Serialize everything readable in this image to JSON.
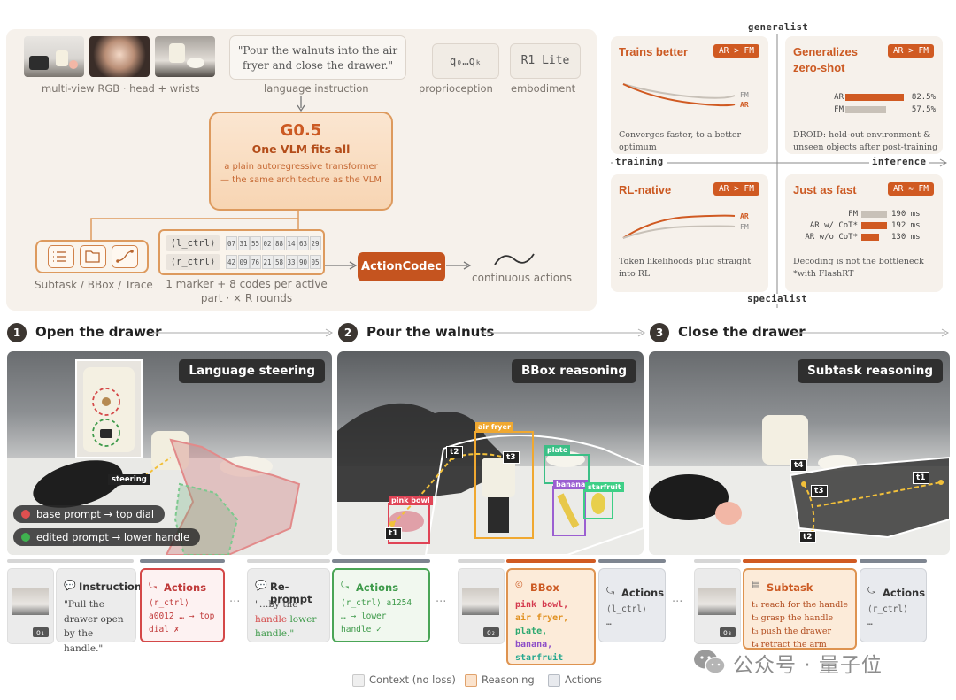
{
  "architecture": {
    "inputs": {
      "rgb_caption": "multi-view RGB · head + wrists",
      "instruction": "\"Pour the walnuts into the air fryer and close the drawer.\"",
      "instruction_caption": "language instruction",
      "proprio_label": "q₀…qₖ",
      "proprio_caption": "proprioception",
      "embodiment_label": "R1 Lite",
      "embodiment_caption": "embodiment"
    },
    "model": {
      "name": "G0.5",
      "tagline": "One VLM fits all",
      "description": "a plain autoregressive transformer — the same architecture as the VLM"
    },
    "tools_caption": "Subtask / BBox / Trace",
    "tokens": {
      "rows": [
        {
          "marker": "⟨l_ctrl⟩",
          "codes": [
            "07",
            "31",
            "55",
            "02",
            "88",
            "14",
            "63",
            "29"
          ]
        },
        {
          "marker": "⟨r_ctrl⟩",
          "codes": [
            "42",
            "09",
            "76",
            "21",
            "58",
            "33",
            "90",
            "05"
          ]
        }
      ],
      "caption": "1 marker + 8 codes per active part · × R rounds"
    },
    "codec": "ActionCodec",
    "output_caption": "continuous actions"
  },
  "quadrant": {
    "axes": {
      "top": "generalist",
      "bottom": "specialist",
      "left": "training",
      "right": "inference"
    },
    "cards": [
      {
        "title": "Trains better",
        "badge": "AR > FM",
        "desc": "Converges faster, to a better optimum",
        "series": [
          "FM",
          "AR"
        ]
      },
      {
        "title": "Generalizes zero-shot",
        "badge": "AR > FM",
        "desc": "DROID: held-out environment & unseen objects after post-training",
        "bars": [
          {
            "label": "AR",
            "value": "82.5%",
            "pct": 82.5
          },
          {
            "label": "FM",
            "value": "57.5%",
            "pct": 57.5
          }
        ]
      },
      {
        "title": "RL-native",
        "badge": "AR > FM",
        "desc": "Token likelihoods plug straight into RL",
        "series": [
          "AR",
          "FM"
        ]
      },
      {
        "title": "Just as fast",
        "badge": "AR ≈ FM",
        "desc": "Decoding is not the bottleneck *with FlashRT",
        "bars": [
          {
            "label": "FM",
            "value": "190 ms",
            "ms": 190
          },
          {
            "label": "AR w/ CoT*",
            "value": "192 ms",
            "ms": 192
          },
          {
            "label": "AR w/o CoT*",
            "value": "130 ms",
            "ms": 130
          }
        ]
      }
    ]
  },
  "steps": [
    {
      "num": "1",
      "title": "Open the drawer",
      "label": "Language steering"
    },
    {
      "num": "2",
      "title": "Pour the walnuts",
      "label": "BBox reasoning"
    },
    {
      "num": "3",
      "title": "Close the drawer",
      "label": "Subtask reasoning"
    }
  ],
  "scene1": {
    "steering_tag": "steering",
    "legend": [
      "base prompt → top dial",
      "edited prompt → lower handle"
    ]
  },
  "scene2": {
    "boxes": [
      "air fryer",
      "plate",
      "pink bowl",
      "banana",
      "starfruit"
    ],
    "points": [
      "t1",
      "t2",
      "t3"
    ]
  },
  "scene3": {
    "points": [
      "t1",
      "t2",
      "t3",
      "t4"
    ]
  },
  "cards": {
    "obs_labels": [
      "o₁",
      "o₂",
      "o₃"
    ],
    "instruction": {
      "title": "Instruction",
      "text": "\"Pull the drawer open by the handle.\""
    },
    "actions_bad": {
      "title": "Actions",
      "line1": "⟨r_ctrl⟩",
      "line2": "a0012 … → top",
      "line3": "dial ✗"
    },
    "reprompt": {
      "title": "Re-prompt",
      "prefix": "\"…by the",
      "struck": "handle",
      "new1": "lower",
      "new2": "handle.\""
    },
    "actions_good": {
      "title": "Actions",
      "line1": "⟨r_ctrl⟩ a1254",
      "line2": "… → lower",
      "line3": "handle ✓"
    },
    "bbox": {
      "title": "BBox",
      "items": [
        "pink bowl,",
        "air fryer,",
        "plate,",
        "banana,",
        "starfruit"
      ]
    },
    "actions_l": {
      "title": "Actions",
      "line1": "⟨l_ctrl⟩",
      "line2": "…"
    },
    "subtask": {
      "title": "Subtask",
      "items": [
        "t₁ reach for the handle",
        "t₂ grasp the handle",
        "t₃ push the drawer",
        "t₄ retract the arm"
      ]
    },
    "actions_r": {
      "title": "Actions",
      "line1": "⟨r_ctrl⟩",
      "line2": "…"
    },
    "ellipsis": "···"
  },
  "legend": [
    "Context (no loss)",
    "Reasoning",
    "Actions"
  ],
  "watermark": "公众号 · 量子位",
  "colors": {
    "accent": "#cc5a23",
    "panel": "#f6f1eb",
    "red": "#d44848",
    "green": "#3e9a4a"
  }
}
